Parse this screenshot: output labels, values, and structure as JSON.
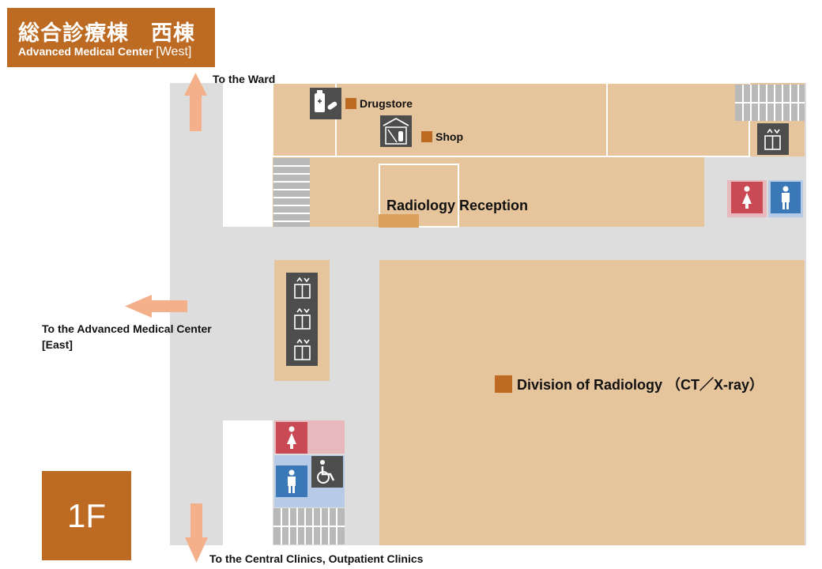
{
  "header": {
    "title_jp": "総合診療棟　西棟",
    "title_en": "Advanced Medical Center",
    "title_en_wing": "[West]"
  },
  "floor": {
    "label": "1F"
  },
  "directions": {
    "to_ward": "To the Ward",
    "to_east_line1": "To the Advanced Medical Center",
    "to_east_line2": "[East]",
    "to_central": "To the Central Clinics, Outpatient Clinics"
  },
  "places": {
    "drugstore": "Drugstore",
    "shop": "Shop",
    "radiology_reception": "Radiology Reception",
    "division_radiology": "Division of Radiology （CT／X-ray）"
  },
  "icons": [
    "pharmacy-icon",
    "shop-icon",
    "elevator-icon",
    "stairs-icon",
    "female-restroom-icon",
    "male-restroom-icon",
    "accessible-restroom-icon",
    "arrow-up-icon",
    "arrow-left-icon",
    "arrow-down-icon"
  ],
  "colors": {
    "accent": "#bd6b22",
    "room": "#e6c49c",
    "corridor": "#dddddd",
    "arrow": "#f4b08a",
    "female": "#c94a55",
    "male": "#3b78b8",
    "icon_bg": "#4d4d4d"
  }
}
